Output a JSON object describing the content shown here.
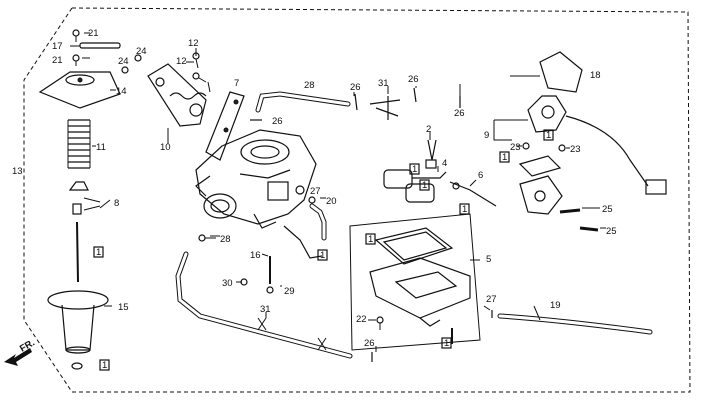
{
  "direction": {
    "label": "FR."
  },
  "callouts": {
    "c13": "13",
    "c21a": "21",
    "c17": "17",
    "c21b": "21",
    "c14": "14",
    "c11": "11",
    "c8": "8",
    "c15": "15",
    "c24a": "24",
    "c24b": "24",
    "c12a": "12",
    "c12b": "12",
    "c10": "10",
    "c7": "7",
    "c26a": "26",
    "c28a": "28",
    "c26b": "26",
    "c31a": "31",
    "c26c": "26",
    "c26d": "26",
    "c18": "18",
    "c2": "2",
    "c9": "9",
    "c23a": "23",
    "c23b": "23",
    "c4": "4",
    "c6": "6",
    "c27a": "27",
    "c20": "20",
    "c25a": "25",
    "c25b": "25",
    "c28b": "28",
    "c5": "5",
    "c16": "16",
    "c30": "30",
    "c29": "29",
    "c31b": "31",
    "c22": "22",
    "c27b": "27",
    "c19": "19",
    "c26e": "26"
  },
  "boxed_refs": {
    "b1": "1",
    "b2": "1",
    "b3": "1",
    "b4": "1",
    "b5": "1",
    "b6": "1",
    "b7": "1",
    "b8": "1",
    "b9": "1",
    "b10": "1"
  }
}
